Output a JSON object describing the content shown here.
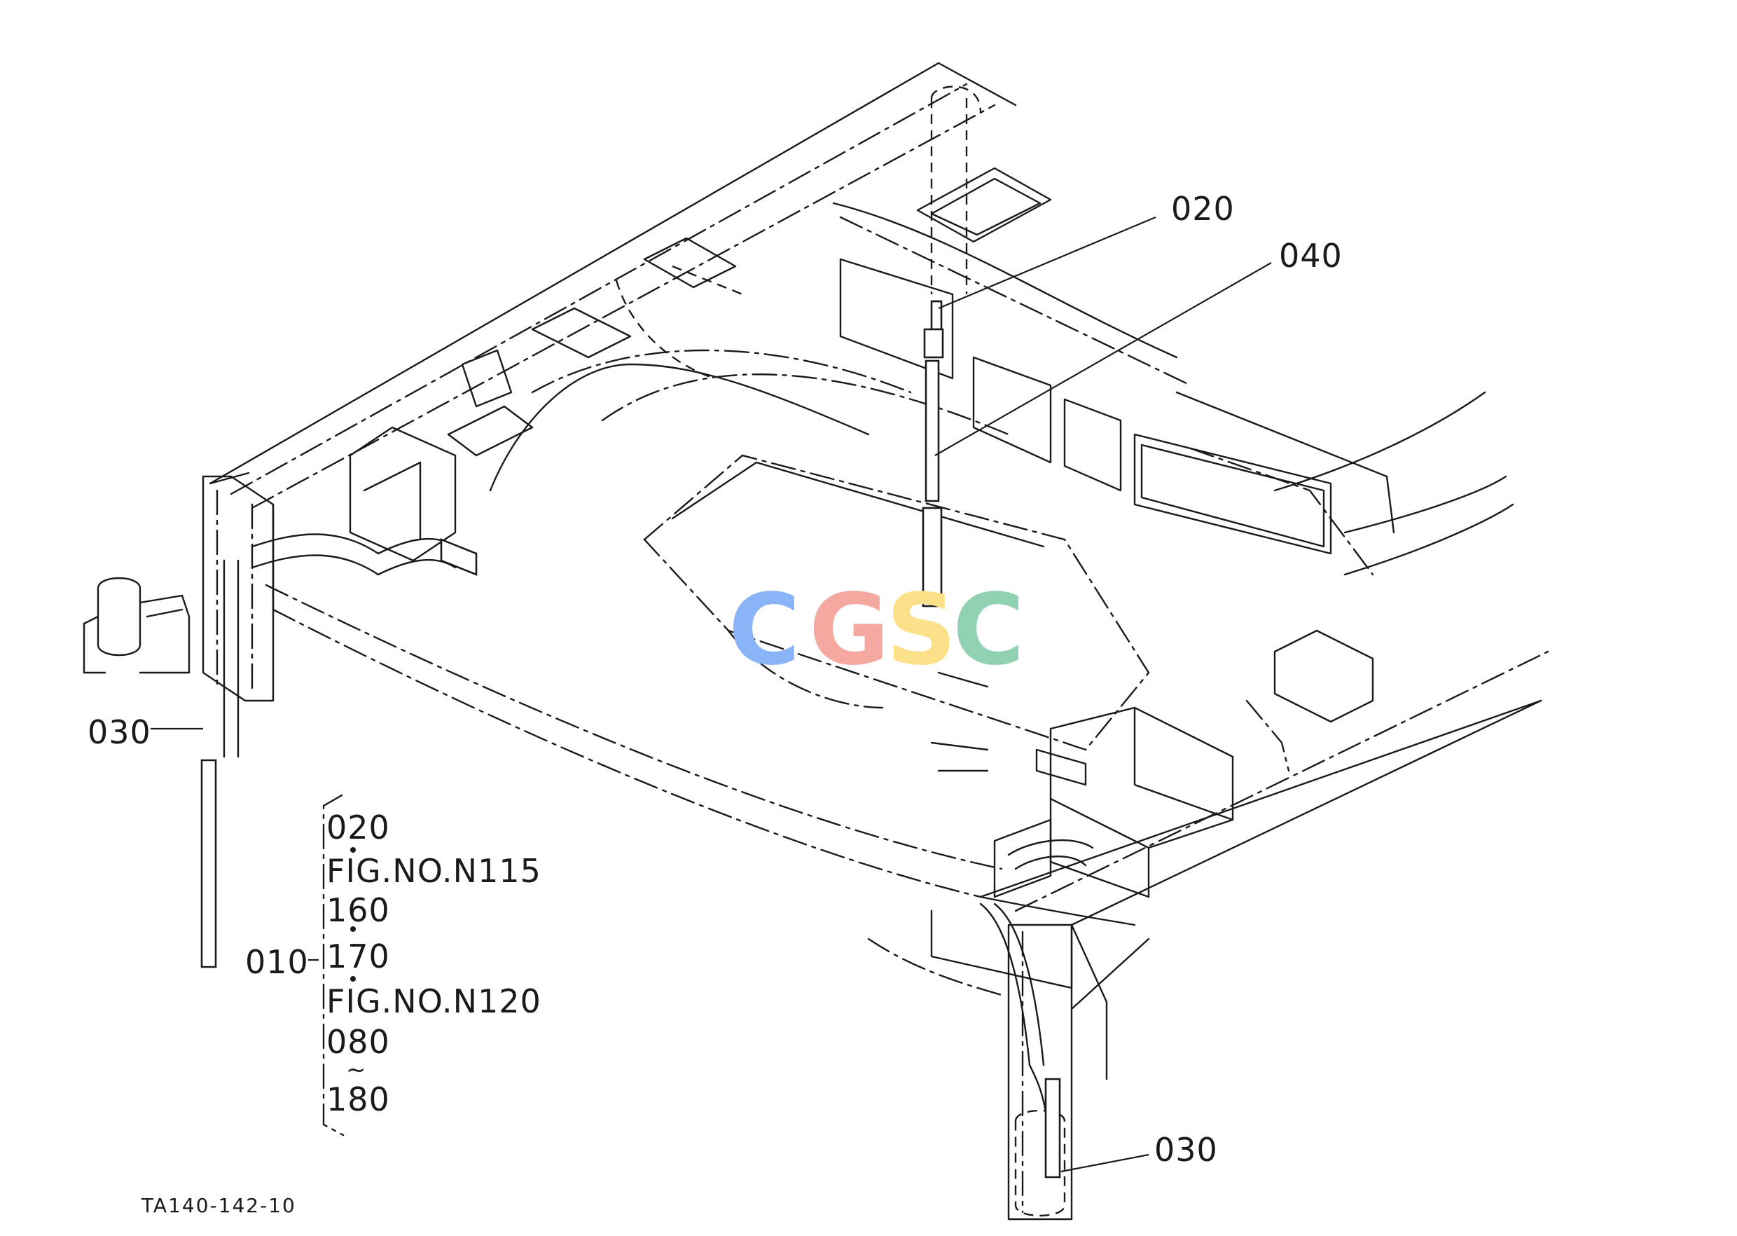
{
  "callouts": {
    "c020": "020",
    "c040": "040",
    "c030_left": "030",
    "c030_right": "030",
    "c010": "010"
  },
  "assembly_list": {
    "items": [
      "020",
      "FIG.NO.N115",
      "160",
      "170",
      "FIG.NO.N120",
      "080",
      "180"
    ],
    "range_mark": "~"
  },
  "drawing_code": "TA140-142-10",
  "watermark": {
    "letters": [
      "C",
      "G",
      "S",
      "C"
    ],
    "colors": [
      "#8AB4F8",
      "#F4A8A0",
      "#FCE08A",
      "#8FD1B0"
    ]
  },
  "icons": {
    "watermark": "cgsc-logo-icon",
    "assembly_bracket": "bracket-icon"
  }
}
